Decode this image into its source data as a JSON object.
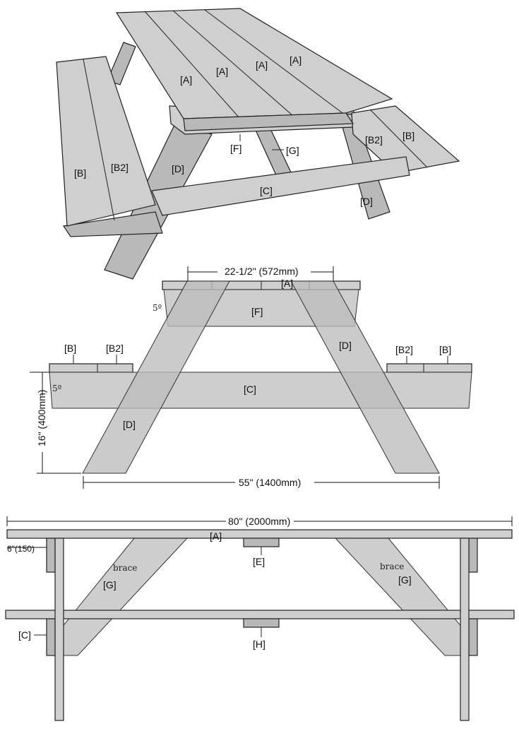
{
  "perspective_view": {
    "labels": {
      "A1": "[A]",
      "A2": "[A]",
      "A3": "[A]",
      "A4": "[A]",
      "B_left": "[B]",
      "B2_left": "[B2]",
      "B2_right": "[B2]",
      "B_right": "[B]",
      "D_left": "[D]",
      "D_right": "[D]",
      "F": "[F]",
      "G": "[G]",
      "C": "[C]"
    }
  },
  "end_view": {
    "top_width": "22-1/2\" (572mm)",
    "angle_top": "5º",
    "angle_seat": "5º",
    "height": "16\" (400mm)",
    "base_width": "55\" (1400mm)",
    "labels": {
      "A": "[A]",
      "F": "[F]",
      "D_right": "[D]",
      "D_left": "[D]",
      "B_left": "[B]",
      "B2_left": "[B2]",
      "B2_right": "[B2]",
      "B_right": "[B]",
      "C": "[C]"
    }
  },
  "side_view": {
    "overall_length": "80\" (2000mm)",
    "overhang": "6\"(150)",
    "brace_text_left": "brace",
    "brace_text_right": "brace",
    "labels": {
      "A": "[A]",
      "E": "[E]",
      "G_left": "[G]",
      "G_right": "[G]",
      "C": "[C]",
      "H": "[H]"
    }
  }
}
